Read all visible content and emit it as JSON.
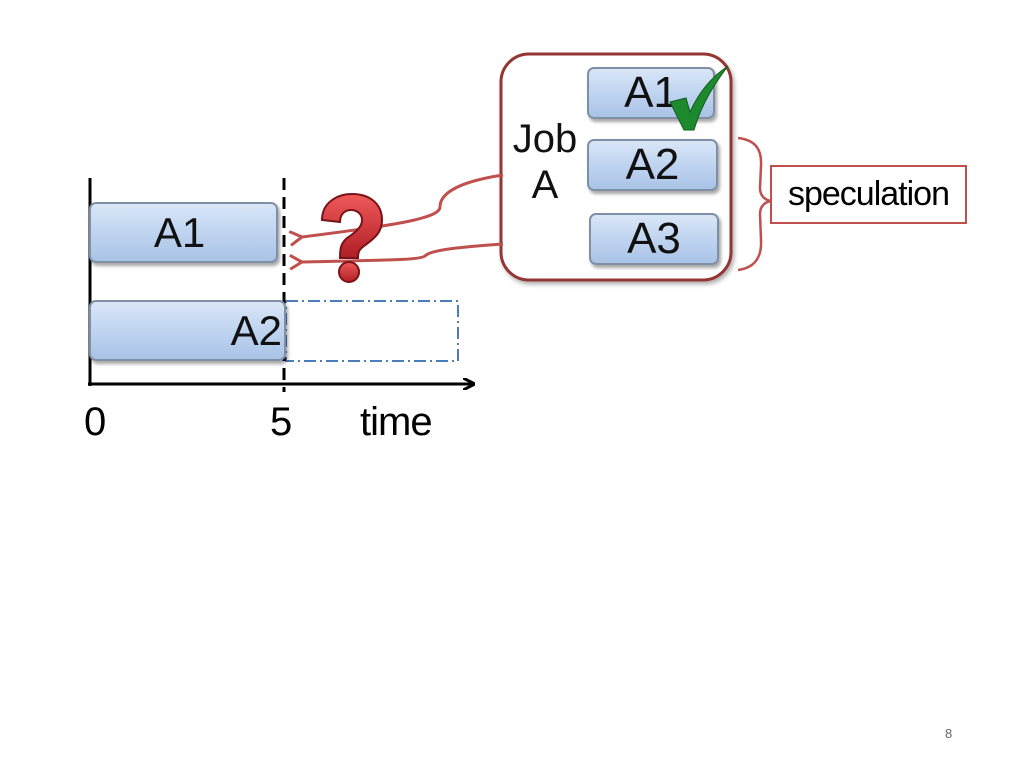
{
  "timeline": {
    "task_a1_label": "A1",
    "task_a2_label": "A2",
    "tick_start": "0",
    "tick_mid": "5",
    "axis_label": "time"
  },
  "job": {
    "label_line1": "Job",
    "label_line2": "A",
    "tasks": [
      "A1",
      "A2",
      "A3"
    ],
    "completed_task": "A1"
  },
  "speculation_label": "speculation",
  "page_number": "8",
  "colors": {
    "task_fill": "#c2d6f1",
    "accent_red": "#c0504d",
    "question_mark": "#c8262e",
    "checkmark": "#1e8a2e",
    "ghost_outline": "#4a7ebb"
  },
  "icons": [
    "question-mark-icon",
    "checkmark-icon"
  ]
}
